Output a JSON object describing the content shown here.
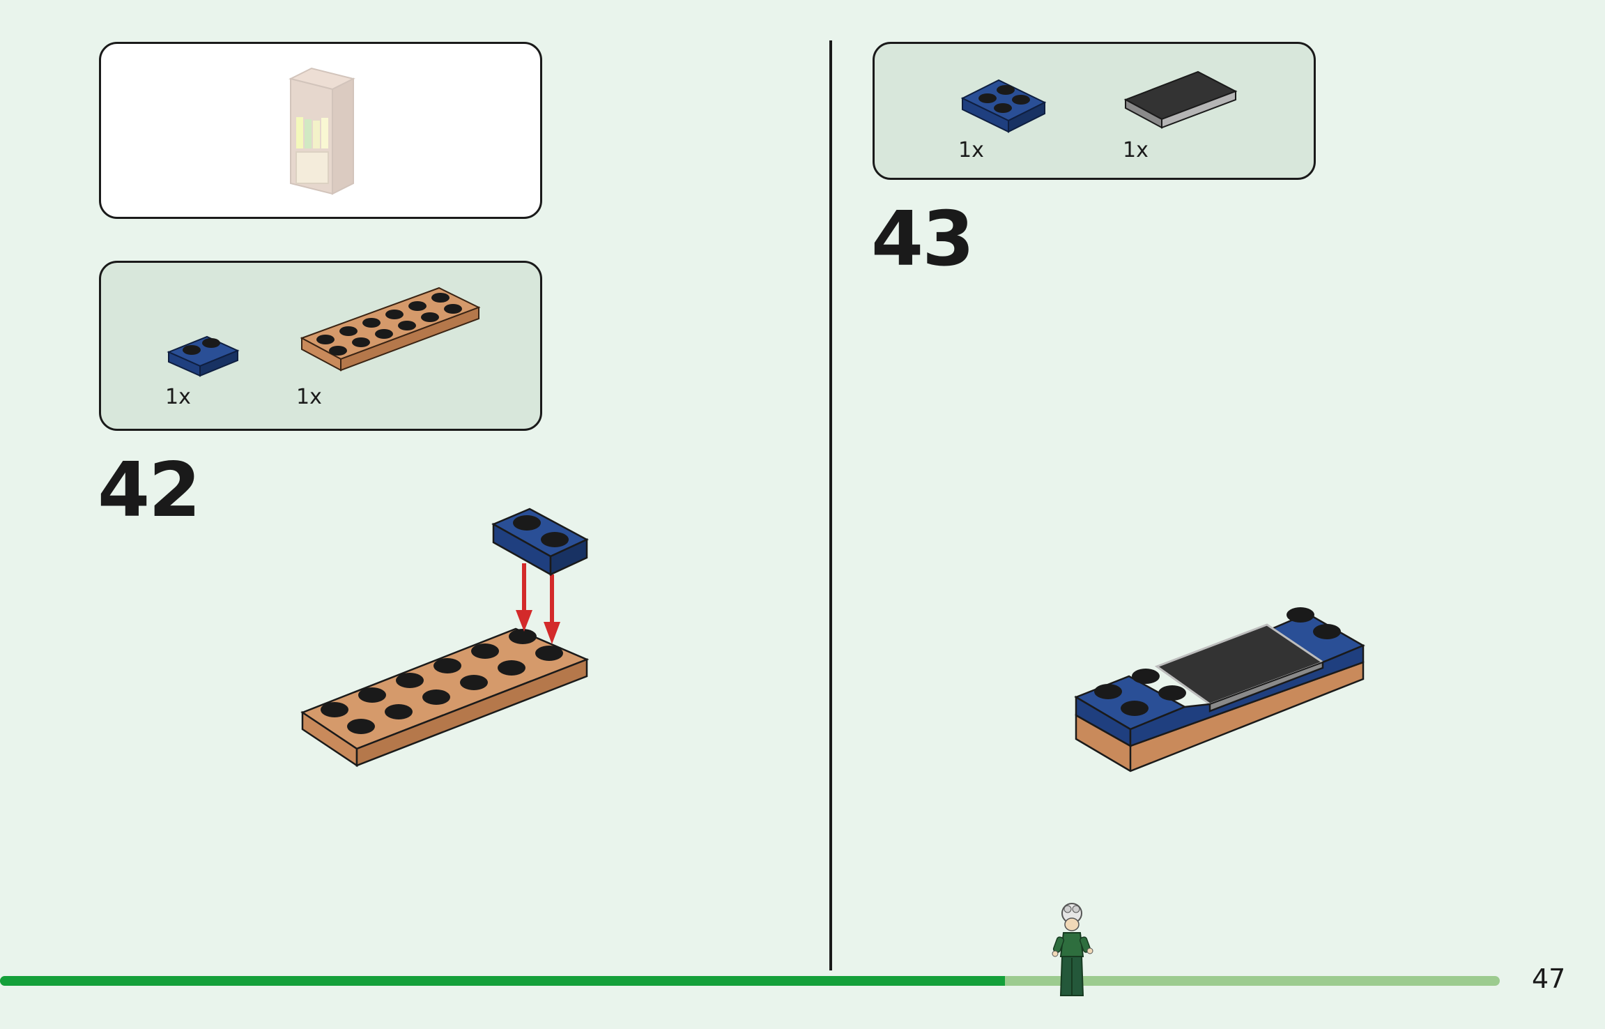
{
  "page": {
    "number": "47",
    "progress_fraction": 0.67
  },
  "steps": [
    {
      "number": "42",
      "parts": [
        {
          "icon": "blue-plate-1x2",
          "qty": "1x"
        },
        {
          "icon": "tan-plate-2x6",
          "qty": "1x"
        }
      ]
    },
    {
      "number": "43",
      "parts": [
        {
          "icon": "blue-plate-2x2",
          "qty": "1x"
        },
        {
          "icon": "black-tile-2x3",
          "qty": "1x"
        }
      ]
    }
  ],
  "colors": {
    "background": "#e9f4ec",
    "parts_box": "#d8e7db",
    "brick_blue": "#1f3f7f",
    "brick_tan": "#c98a5b",
    "brick_black": "#333333",
    "arrow_red": "#d32a2a",
    "progress_done": "#14a03a",
    "progress_remaining": "#9ccb8f"
  }
}
